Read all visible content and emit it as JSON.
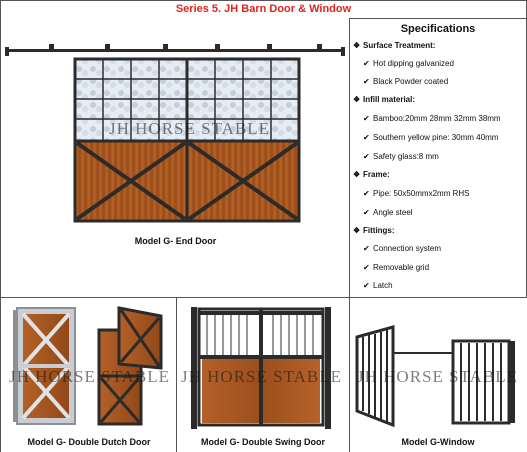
{
  "header": {
    "title": "Series 5. JH Barn Door & Window"
  },
  "watermark": "JH HORSE STABLE",
  "specs": {
    "title": "Specifications",
    "items": [
      {
        "kind": "head",
        "icon": "diamond-bullet-icon",
        "text": "Surface Treatment:"
      },
      {
        "kind": "sub",
        "icon": "check-icon",
        "text": "Hot dipping galvanized"
      },
      {
        "kind": "sub",
        "icon": "check-icon",
        "text": "Black Powder coated"
      },
      {
        "kind": "head",
        "icon": "diamond-bullet-icon",
        "text": "Infill material:"
      },
      {
        "kind": "sub",
        "icon": "check-icon",
        "text": "Bamboo:20mm 28mm 32mm 38mm"
      },
      {
        "kind": "sub",
        "icon": "check-icon",
        "text": "Southern yellow pine: 30mm 40mm"
      },
      {
        "kind": "sub",
        "icon": "check-icon",
        "text": "Safety glass:8 mm"
      },
      {
        "kind": "head",
        "icon": "diamond-bullet-icon",
        "text": "Frame:"
      },
      {
        "kind": "sub",
        "icon": "check-icon",
        "text": "Pipe: 50x50mmx2mm RHS"
      },
      {
        "kind": "sub",
        "icon": "check-icon",
        "text": "Angle steel"
      },
      {
        "kind": "head",
        "icon": "diamond-bullet-icon",
        "text": "Fittings:"
      },
      {
        "kind": "sub",
        "icon": "check-icon",
        "text": "Connection system"
      },
      {
        "kind": "sub",
        "icon": "check-icon",
        "text": "Removable grid"
      },
      {
        "kind": "sub",
        "icon": "check-icon",
        "text": "Latch"
      }
    ]
  },
  "products": {
    "end_door": "Model G- End Door",
    "dutch_door": "Model G- Double Dutch Door",
    "swing_door": "Model G- Double Swing Door",
    "window": "Model G-Window"
  },
  "colors": {
    "title_red": "#e0231c",
    "wood": "#a4541f",
    "frame": "#2b2b2b"
  }
}
